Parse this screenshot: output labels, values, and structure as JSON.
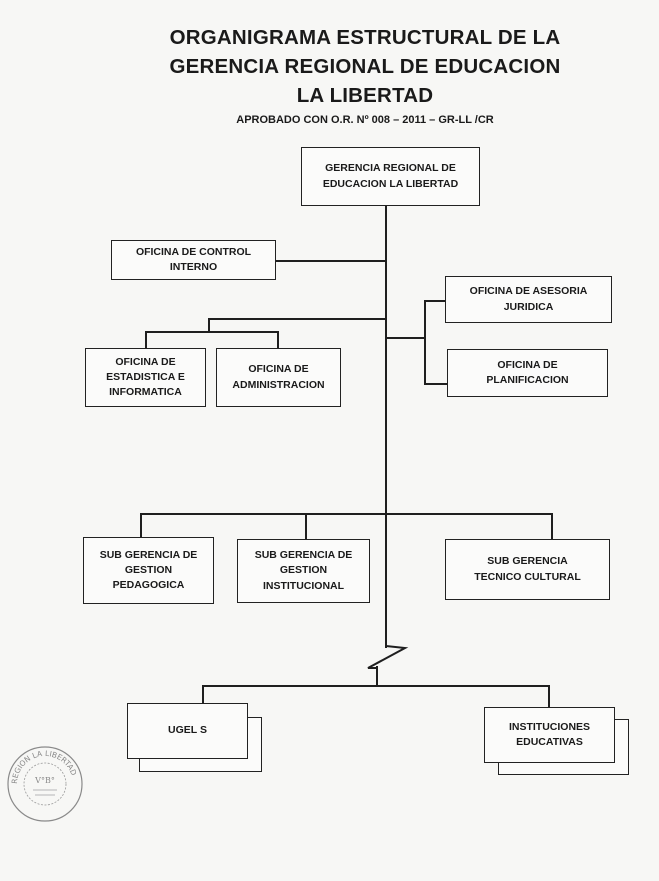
{
  "document": {
    "title_line1": "ORGANIGRAMA ESTRUCTURAL DE LA",
    "title_line2": "GERENCIA REGIONAL DE EDUCACION",
    "title_line3": "LA LIBERTAD",
    "subtitle": "APROBADO CON O.R. Nº 008 – 2011 – GR-LL /CR"
  },
  "org": {
    "gerencia": "GERENCIA REGIONAL DE\nEDUCACION LA LIBERTAD",
    "control_interno": "OFICINA DE CONTROL\nINTERNO",
    "asesoria_juridica": "OFICINA DE ASESORIA\nJURIDICA",
    "planificacion": "OFICINA DE\nPLANIFICACION",
    "estadistica": "OFICINA DE\nESTADISTICA E\nINFORMATICA",
    "administracion": "OFICINA DE\nADMINISTRACION",
    "gestion_pedagogica": "SUB GERENCIA DE\nGESTION\nPEDAGOGICA",
    "gestion_institucional": "SUB GERENCIA DE\nGESTION\nINSTITUCIONAL",
    "tecnico_cultural": "SUB GERENCIA\nTECNICO CULTURAL",
    "ugels": "UGEL S",
    "instituciones": "INSTITUCIONES\nEDUCATIVAS"
  },
  "stamp": {
    "text_ring": "REGION LA LIBERTAD",
    "text_center": "V°B°"
  }
}
